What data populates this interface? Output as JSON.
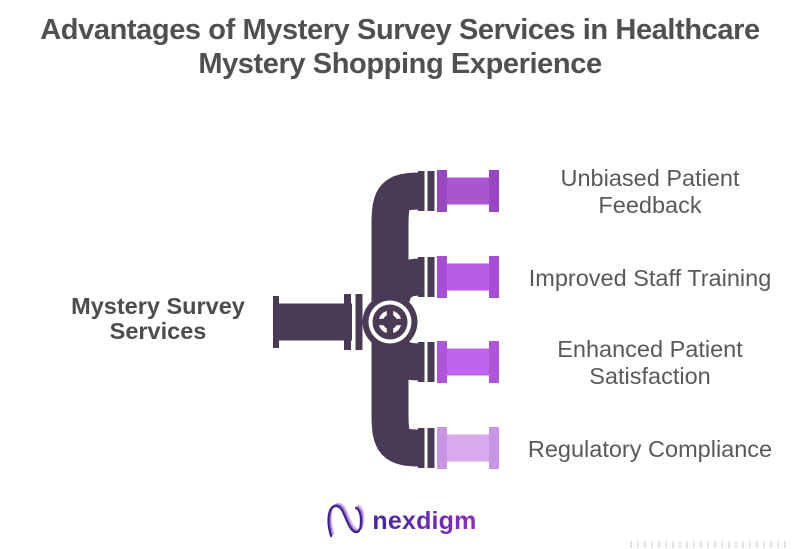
{
  "title": {
    "line1": "Advantages of Mystery Survey Services in Healthcare",
    "line2": "Mystery Shopping Experience",
    "color": "#4f5052"
  },
  "diagram": {
    "type": "pipe-branch-infographic",
    "source_label": "Mystery Survey Services",
    "source_label_color": "#4c4c4e",
    "label_color": "#58595b",
    "pipe_dark_color": "#4b3a56",
    "valve_icon": "valve-handwheel",
    "branches": [
      {
        "label": "Unbiased Patient Feedback",
        "pipe_color": "#a855cf",
        "cap_color": "#9747c0"
      },
      {
        "label": "Improved Staff Training",
        "pipe_color": "#b75ce3",
        "cap_color": "#a74fd4"
      },
      {
        "label": "Enhanced Patient Satisfaction",
        "pipe_color": "#bf63ea",
        "cap_color": "#ae56da"
      },
      {
        "label": "Regulatory Compliance",
        "pipe_color": "#d9a9ef",
        "cap_color": "#c795e4"
      }
    ]
  },
  "footer": {
    "logo_text": "nexdigm",
    "logo_gradient_start": "#45269b",
    "logo_gradient_end": "#8b2fc0",
    "logo_icon_colors": {
      "dark": "#3e2584",
      "mid": "#9b6fd0",
      "light": "#cfb3ea"
    }
  }
}
